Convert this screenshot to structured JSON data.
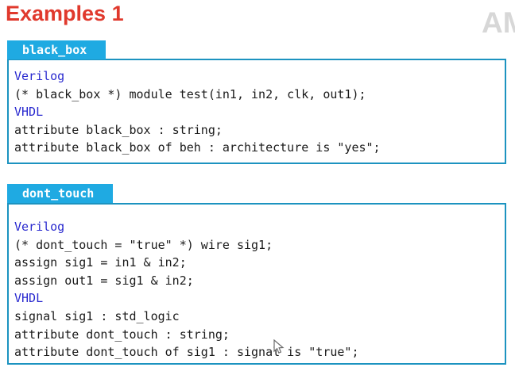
{
  "header": {
    "title": "Examples 1",
    "watermark": "AM"
  },
  "boxes": [
    {
      "tab": "black_box",
      "lines": [
        {
          "type": "lang",
          "text": "Verilog"
        },
        {
          "type": "code",
          "text": "(* black_box *) module test(in1, in2, clk, out1);"
        },
        {
          "type": "lang",
          "text": "VHDL"
        },
        {
          "type": "code",
          "text": "attribute black_box : string;"
        },
        {
          "type": "code",
          "text": "attribute black_box of beh : architecture is \"yes\";"
        }
      ]
    },
    {
      "tab": "dont_touch",
      "lines": [
        {
          "type": "lang",
          "text": "Verilog"
        },
        {
          "type": "code",
          "text": "(* dont_touch = \"true\" *) wire sig1;"
        },
        {
          "type": "code",
          "text": "assign sig1 = in1 & in2;"
        },
        {
          "type": "code",
          "text": "assign out1 = sig1 & in2;"
        },
        {
          "type": "lang",
          "text": "VHDL"
        },
        {
          "type": "code",
          "text": "signal sig1 : std_logic"
        },
        {
          "type": "code",
          "text": "attribute dont_touch : string;"
        },
        {
          "type": "code",
          "text": "attribute dont_touch of sig1 : signal is \"true\";"
        }
      ]
    }
  ],
  "colors": {
    "title_red": "#e0392d",
    "tab_cyan": "#1faae2",
    "box_border_teal": "#1c93c0",
    "lang_keyword_blue": "#2a2acf",
    "code_black": "#1a1a1a",
    "watermark_gray": "#d7d7d7"
  }
}
